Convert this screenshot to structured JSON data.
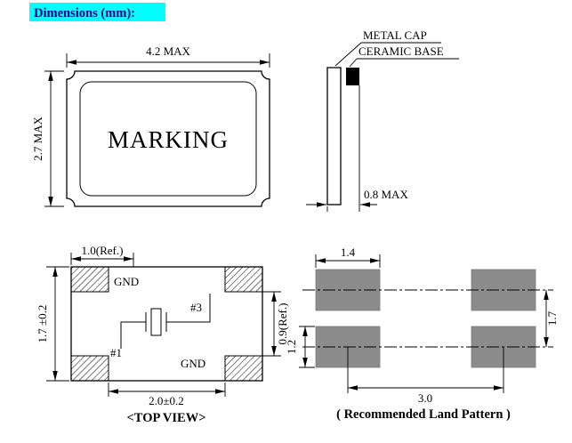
{
  "header": {
    "title": "Dimensions (mm):"
  },
  "front": {
    "width_label": "4.2 MAX",
    "height_label": "2.7 MAX",
    "marking": "MARKING"
  },
  "side": {
    "metal_cap": "METAL CAP",
    "ceramic_base": "CERAMIC BASE",
    "thickness": "0.8 MAX"
  },
  "top": {
    "dim_pad": "1.0(Ref.)",
    "dim_height": "1.7 ±0.2",
    "dim_gap": "0.9(Ref.)",
    "dim_pitch": "2.0±0.2",
    "gnd_top": "GND",
    "gnd_bottom": "GND",
    "pin3": "#3",
    "pin1": "#1",
    "caption": "<TOP VIEW>"
  },
  "land": {
    "dim_width": "1.4",
    "dim_vpitch": "1.7",
    "dim_height": "1.2",
    "dim_hpitch": "3.0",
    "caption": "( Recommended Land Pattern )"
  },
  "colors": {
    "highlight_bg": "#00ffff",
    "header_text": "#00008b",
    "line": "#000000",
    "pad_fill": "#8c8c8c"
  }
}
